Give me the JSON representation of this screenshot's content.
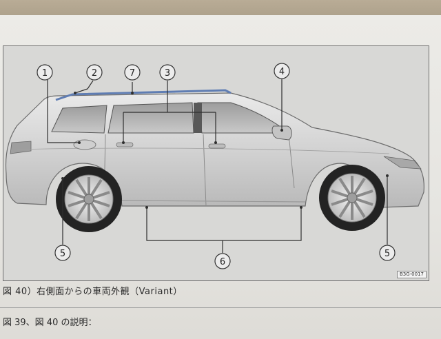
{
  "figure": {
    "caption": "図 40）右側面からの車両外観（Variant）",
    "code": "B3G-0017",
    "callouts": [
      "1",
      "2",
      "7",
      "3",
      "4",
      "5",
      "6",
      "5"
    ]
  },
  "description_heading": "図 39、図 40 の説明："
}
